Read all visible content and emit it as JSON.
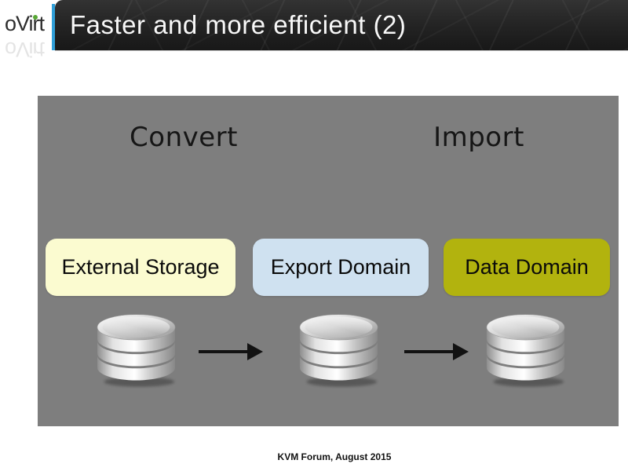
{
  "slide": {
    "logo_text": "oVirt",
    "title": "Faster and more efficient (2)",
    "footer": "KVM Forum, August 2015"
  },
  "diagram": {
    "stage_labels": [
      {
        "text": "Convert"
      },
      {
        "text": "Import"
      }
    ],
    "nodes": [
      {
        "label": "External Storage",
        "bg": "#fbfbd0",
        "icon": "database-icon"
      },
      {
        "label": "Export Domain",
        "bg": "#cfe1f0",
        "icon": "database-icon"
      },
      {
        "label": "Data Domain",
        "bg": "#b2b30e",
        "icon": "database-icon"
      }
    ],
    "arrow_count": 2
  },
  "colors": {
    "panel_bg": "#7e7e7e",
    "header_bg": "#222222",
    "accent_line": "#2f9fd8",
    "arrow": "#121212",
    "logo_dot_green": "#57a734"
  }
}
